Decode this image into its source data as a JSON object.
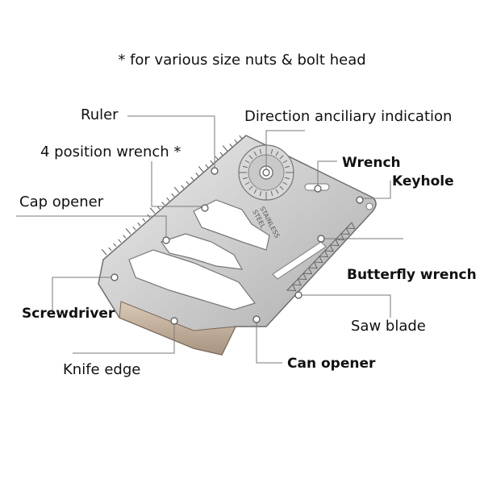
{
  "note": "* for various size nuts & bolt head",
  "card": {
    "engraving_line1": "STAINLESS",
    "engraving_line2": "STEEL",
    "colors": {
      "steel_light": "#e4e4e4",
      "steel_mid": "#c4c4c4",
      "steel_dark": "#8f8f8f",
      "edge": "#6f6f6f",
      "leader": "#7a7a7a",
      "dot": "#ffffff"
    }
  },
  "labels": {
    "ruler": "Ruler",
    "direction": "Direction anciliary indication",
    "wrench4": "4 position wrench *",
    "wrench": "Wrench",
    "keyhole": "Keyhole",
    "cap_opener": "Cap opener",
    "butterfly": "Butterfly wrench",
    "screwdriver": "Screwdriver",
    "saw": "Saw blade",
    "can_opener": "Can opener",
    "knife": "Knife edge"
  }
}
